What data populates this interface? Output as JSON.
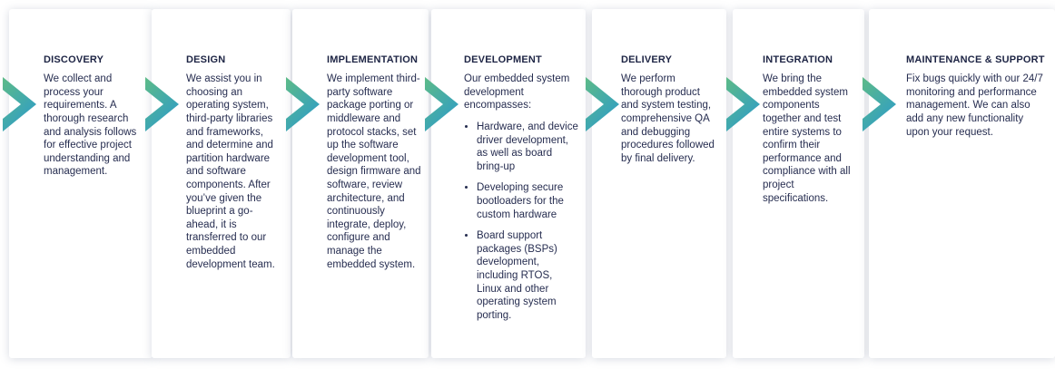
{
  "page": {
    "background_color": "#ffffff",
    "card_color": "#ffffff",
    "title_color": "#1d2444",
    "body_color": "#262d50"
  },
  "chevron": {
    "icon": "chevron-right",
    "gradient_start": "#5dbb87",
    "gradient_end": "#2f9dc6"
  },
  "stages": [
    {
      "title": "DISCOVERY",
      "description": "We collect and process your requirements. A thorough research and analysis follows for effective project understanding and management."
    },
    {
      "title": "DESIGN",
      "description": "We assist you in choosing an operating system, third-party libraries and frameworks, and determine and partition hardware and software components. After you’ve given the blueprint a go-ahead, it is transferred to our embedded development team."
    },
    {
      "title": "IMPLEMENTATION",
      "description": "We implement third-party software package porting or middleware and protocol stacks, set up the software development tool, design firmware and software, review architecture, and continuously integrate, deploy, configure and manage the embedded system."
    },
    {
      "title": "DEVELOPMENT",
      "description": "Our embedded system development encompasses:",
      "bullets": [
        "Hardware, and device driver development, as well as board bring-up",
        "Developing secure bootloaders for the custom hardware",
        "Board support packages (BSPs) development, including RTOS, Linux and other operating system porting."
      ]
    },
    {
      "title": "DELIVERY",
      "description": "We perform thorough product and system testing, comprehensive QA and debugging procedures followed by final delivery."
    },
    {
      "title": "INTEGRATION",
      "description": "We bring the embedded system components together and test entire systems to confirm their performance and compliance with all project specifications."
    },
    {
      "title": "MAINTENANCE & SUPPORT",
      "description": "Fix bugs quickly with our 24/7 monitoring and performance management. We can also add any new functionality upon your request."
    }
  ]
}
